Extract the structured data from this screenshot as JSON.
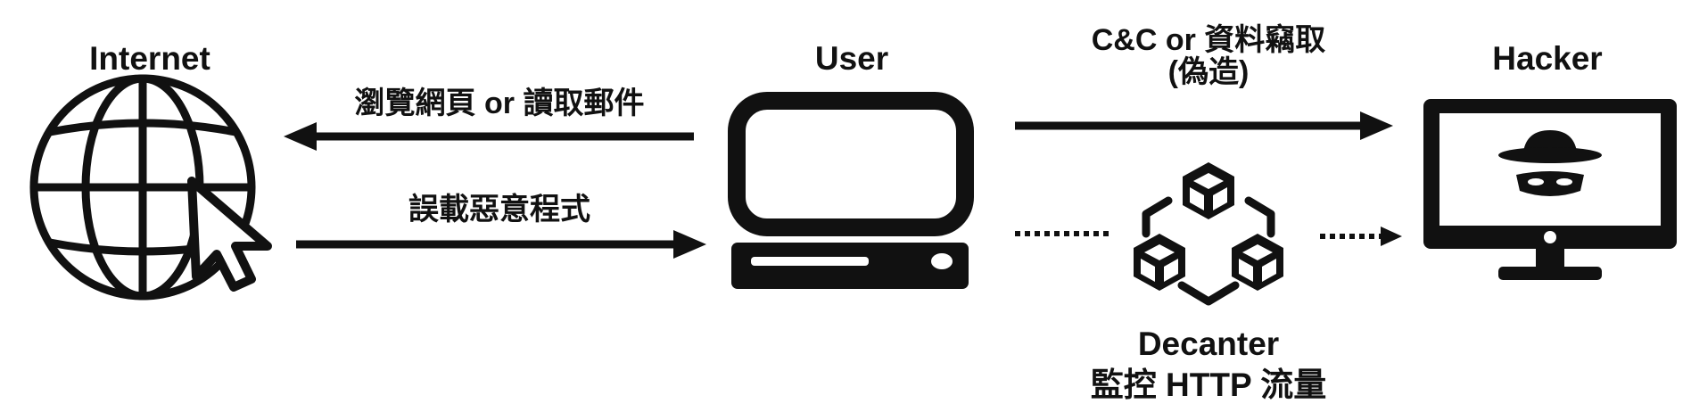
{
  "nodes": {
    "internet": {
      "label": "Internet",
      "icon": "globe-cursor-icon"
    },
    "user": {
      "label": "User",
      "icon": "computer-icon"
    },
    "hacker": {
      "label": "Hacker",
      "icon": "hacker-monitor-icon"
    },
    "decanter": {
      "label": "Decanter",
      "sublabel": "監控 HTTP 流量",
      "icon": "network-cubes-icon"
    }
  },
  "edges": {
    "browse": {
      "label": "瀏覽網頁 or 讀取郵件",
      "from": "User",
      "to": "Internet"
    },
    "download": {
      "label": "誤載惡意程式",
      "from": "Internet",
      "to": "User"
    },
    "exfil": {
      "label": "C&C or 資料竊取",
      "sublabel": "(偽造)",
      "from": "User",
      "to": "Hacker"
    },
    "monitor": {
      "from": "User",
      "via": "Decanter",
      "to": "Hacker",
      "style": "dotted"
    }
  },
  "colors": {
    "ink": "#111111",
    "background": "#ffffff"
  }
}
